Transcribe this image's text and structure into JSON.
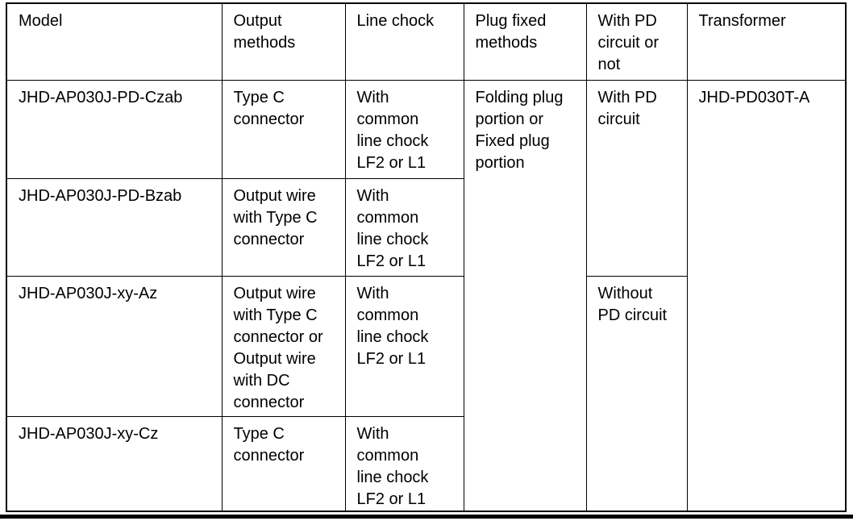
{
  "table": {
    "columns": {
      "model": "Model",
      "output_methods": "Output methods",
      "line_chock": "Line chock",
      "plug_fixed_methods": "Plug fixed methods",
      "pd_circuit": "With PD circuit or not",
      "transformer": "Transformer"
    },
    "rows": [
      {
        "model": "JHD-AP030J-PD-Czab",
        "output_method": "Type C connector",
        "line_chock": "With common line chock LF2 or L1"
      },
      {
        "model": "JHD-AP030J-PD-Bzab",
        "output_method": "Output wire with Type C connector",
        "line_chock": "With common line chock LF2 or L1"
      },
      {
        "model": "JHD-AP030J-xy-Az",
        "output_method": "Output wire with Type C connector or Output wire with DC connector",
        "line_chock": "With common line chock LF2 or L1"
      },
      {
        "model": "JHD-AP030J-xy-Cz",
        "output_method": "Type C connector",
        "line_chock": "With common line chock LF2 or L1"
      }
    ],
    "merged_cells": {
      "plug_fixed_method_all_rows": "Folding plug portion or Fixed plug portion",
      "pd_circuit_rows_1_2": "With PD circuit",
      "pd_circuit_rows_3_4": "Without PD circuit",
      "transformer_all_rows": "JHD-PD030T-A"
    },
    "border_color": "#000000",
    "text_color": "#000000",
    "background_color": "#ffffff"
  }
}
